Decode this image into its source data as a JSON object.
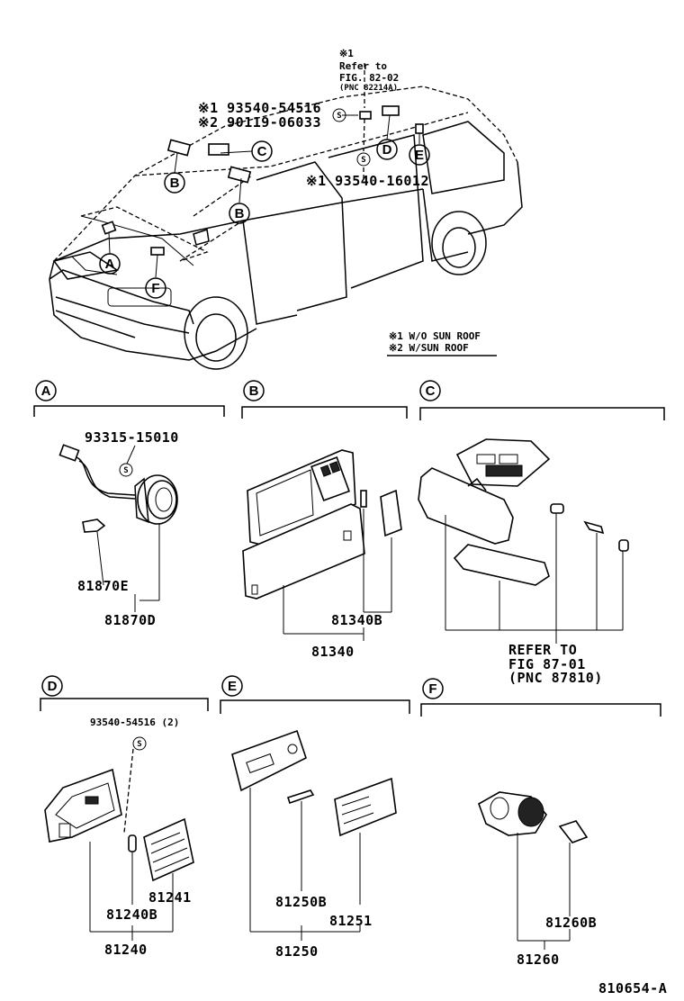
{
  "header_notes": {
    "mark1_symbol": "※1",
    "refer_line1": "Refer to",
    "refer_line2": "FIG. 82-02",
    "refer_line3": "(PNC 82214A)",
    "part_93540_54516": "※1 93540-54516",
    "part_90119_06033": "※2 90119-06033",
    "part_93540_16012": "※1 93540-16012",
    "legend_1": "※1 W/O SUN ROOF",
    "legend_2": "※2 W/SUN ROOF"
  },
  "callouts": {
    "A": "A",
    "B": "B",
    "C": "C",
    "D": "D",
    "E": "E",
    "F": "F",
    "S": "S"
  },
  "section_A": {
    "letter": "A",
    "screw": "93315-15010",
    "bulb": "81870E",
    "assy": "81870D"
  },
  "section_B": {
    "letter": "B",
    "sub": "81340B",
    "assy": "81340"
  },
  "section_C": {
    "letter": "C",
    "refer_1": "REFER TO",
    "refer_2": "FIG 87-01",
    "refer_3": "(PNC 87810)"
  },
  "section_D": {
    "letter": "D",
    "screw": "93540-54516 (2)",
    "lens": "81241",
    "bulb": "81240B",
    "assy": "81240"
  },
  "section_E": {
    "letter": "E",
    "bulb": "81250B",
    "lens": "81251",
    "assy": "81250"
  },
  "section_F": {
    "letter": "F",
    "bulb": "81260B",
    "assy": "81260"
  },
  "footer": {
    "code": "810654-A"
  }
}
